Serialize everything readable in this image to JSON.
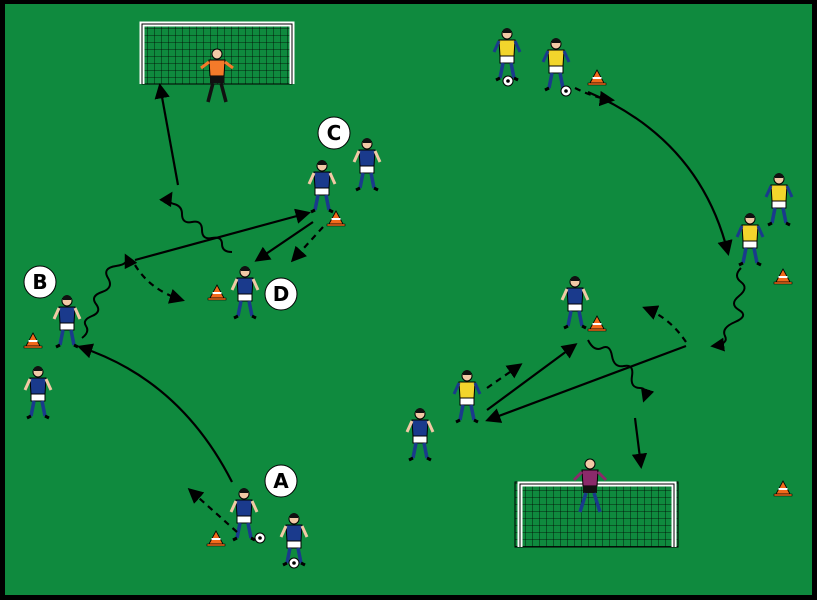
{
  "colors": {
    "pitch": "#0f8a3e",
    "border": "#000000",
    "blue_shirt": "#1a3a8c",
    "yellow_bib": "#f2d52c",
    "keeper_orange": "#f47a2a",
    "keeper_purple": "#8a2a6a",
    "cone": "#f26a1b",
    "arrow": "#000000"
  },
  "labels": {
    "a": "A",
    "b": "B",
    "c": "C",
    "d": "D"
  },
  "icons": {
    "player": "player-figure",
    "cone": "training-cone",
    "ball": "soccer-ball",
    "goal": "goal-net"
  }
}
